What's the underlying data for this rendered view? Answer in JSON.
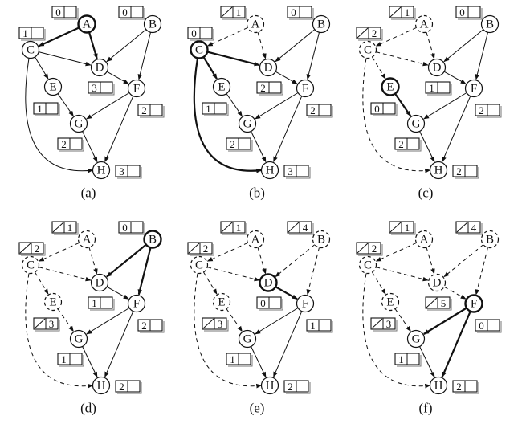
{
  "panels": [
    {
      "caption": "(a)",
      "nodes": {
        "A": {
          "style": "bold",
          "box": "0",
          "slash": false
        },
        "B": {
          "style": "solid",
          "box": "0",
          "slash": false
        },
        "C": {
          "style": "solid",
          "box": "1",
          "slash": false
        },
        "D": {
          "style": "solid",
          "box": "3",
          "slash": false
        },
        "E": {
          "style": "solid",
          "box": "1",
          "slash": false
        },
        "F": {
          "style": "solid",
          "box": "2",
          "slash": false
        },
        "G": {
          "style": "solid",
          "box": "2",
          "slash": false
        },
        "H": {
          "style": "solid",
          "box": "3",
          "slash": false
        }
      },
      "edges": [
        [
          "A",
          "C",
          "bold"
        ],
        [
          "A",
          "D",
          "bold"
        ],
        [
          "B",
          "D",
          "solid"
        ],
        [
          "B",
          "F",
          "solid"
        ],
        [
          "C",
          "D",
          "solid"
        ],
        [
          "C",
          "E",
          "solid"
        ],
        [
          "C",
          "H",
          "solid"
        ],
        [
          "D",
          "F",
          "solid"
        ],
        [
          "E",
          "G",
          "solid"
        ],
        [
          "F",
          "G",
          "solid"
        ],
        [
          "F",
          "H",
          "solid"
        ],
        [
          "G",
          "H",
          "solid"
        ]
      ]
    },
    {
      "caption": "(b)",
      "nodes": {
        "A": {
          "style": "dashed",
          "box": "1",
          "slash": true
        },
        "B": {
          "style": "solid",
          "box": "0",
          "slash": false
        },
        "C": {
          "style": "bold",
          "box": "0",
          "slash": false
        },
        "D": {
          "style": "solid",
          "box": "2",
          "slash": false
        },
        "E": {
          "style": "solid",
          "box": "1",
          "slash": false
        },
        "F": {
          "style": "solid",
          "box": "2",
          "slash": false
        },
        "G": {
          "style": "solid",
          "box": "2",
          "slash": false
        },
        "H": {
          "style": "solid",
          "box": "3",
          "slash": false
        }
      },
      "edges": [
        [
          "A",
          "C",
          "dashed"
        ],
        [
          "A",
          "D",
          "dashed"
        ],
        [
          "B",
          "D",
          "solid"
        ],
        [
          "B",
          "F",
          "solid"
        ],
        [
          "C",
          "D",
          "bold"
        ],
        [
          "C",
          "E",
          "bold"
        ],
        [
          "C",
          "H",
          "bold"
        ],
        [
          "D",
          "F",
          "solid"
        ],
        [
          "E",
          "G",
          "solid"
        ],
        [
          "F",
          "G",
          "solid"
        ],
        [
          "F",
          "H",
          "solid"
        ],
        [
          "G",
          "H",
          "solid"
        ]
      ]
    },
    {
      "caption": "(c)",
      "nodes": {
        "A": {
          "style": "dashed",
          "box": "1",
          "slash": true
        },
        "B": {
          "style": "solid",
          "box": "0",
          "slash": false
        },
        "C": {
          "style": "dashed",
          "box": "2",
          "slash": true
        },
        "D": {
          "style": "solid",
          "box": "1",
          "slash": false
        },
        "E": {
          "style": "bold",
          "box": "0",
          "slash": false
        },
        "F": {
          "style": "solid",
          "box": "2",
          "slash": false
        },
        "G": {
          "style": "solid",
          "box": "2",
          "slash": false
        },
        "H": {
          "style": "solid",
          "box": "2",
          "slash": false
        }
      },
      "edges": [
        [
          "A",
          "C",
          "dashed"
        ],
        [
          "A",
          "D",
          "dashed"
        ],
        [
          "B",
          "D",
          "solid"
        ],
        [
          "B",
          "F",
          "solid"
        ],
        [
          "C",
          "D",
          "dashed"
        ],
        [
          "C",
          "E",
          "dashed"
        ],
        [
          "C",
          "H",
          "dashed"
        ],
        [
          "D",
          "F",
          "solid"
        ],
        [
          "E",
          "G",
          "bold"
        ],
        [
          "F",
          "G",
          "solid"
        ],
        [
          "F",
          "H",
          "solid"
        ],
        [
          "G",
          "H",
          "solid"
        ]
      ]
    },
    {
      "caption": "(d)",
      "nodes": {
        "A": {
          "style": "dashed",
          "box": "1",
          "slash": true
        },
        "B": {
          "style": "bold",
          "box": "0",
          "slash": false
        },
        "C": {
          "style": "dashed",
          "box": "2",
          "slash": true
        },
        "D": {
          "style": "solid",
          "box": "1",
          "slash": false
        },
        "E": {
          "style": "dashed",
          "box": "3",
          "slash": true
        },
        "F": {
          "style": "solid",
          "box": "2",
          "slash": false
        },
        "G": {
          "style": "solid",
          "box": "1",
          "slash": false
        },
        "H": {
          "style": "solid",
          "box": "2",
          "slash": false
        }
      },
      "edges": [
        [
          "A",
          "C",
          "dashed"
        ],
        [
          "A",
          "D",
          "dashed"
        ],
        [
          "B",
          "D",
          "bold"
        ],
        [
          "B",
          "F",
          "bold"
        ],
        [
          "C",
          "D",
          "dashed"
        ],
        [
          "C",
          "E",
          "dashed"
        ],
        [
          "C",
          "H",
          "dashed"
        ],
        [
          "D",
          "F",
          "solid"
        ],
        [
          "E",
          "G",
          "dashed"
        ],
        [
          "F",
          "G",
          "solid"
        ],
        [
          "F",
          "H",
          "solid"
        ],
        [
          "G",
          "H",
          "solid"
        ]
      ]
    },
    {
      "caption": "(e)",
      "nodes": {
        "A": {
          "style": "dashed",
          "box": "1",
          "slash": true
        },
        "B": {
          "style": "dashed",
          "box": "4",
          "slash": true
        },
        "C": {
          "style": "dashed",
          "box": "2",
          "slash": true
        },
        "D": {
          "style": "bold",
          "box": "0",
          "slash": false
        },
        "E": {
          "style": "dashed",
          "box": "3",
          "slash": true
        },
        "F": {
          "style": "solid",
          "box": "1",
          "slash": false
        },
        "G": {
          "style": "solid",
          "box": "1",
          "slash": false
        },
        "H": {
          "style": "solid",
          "box": "2",
          "slash": false
        }
      },
      "edges": [
        [
          "A",
          "C",
          "dashed"
        ],
        [
          "A",
          "D",
          "dashed"
        ],
        [
          "B",
          "D",
          "dashed"
        ],
        [
          "B",
          "F",
          "dashed"
        ],
        [
          "C",
          "D",
          "dashed"
        ],
        [
          "C",
          "E",
          "dashed"
        ],
        [
          "C",
          "H",
          "dashed"
        ],
        [
          "D",
          "F",
          "bold"
        ],
        [
          "E",
          "G",
          "dashed"
        ],
        [
          "F",
          "G",
          "solid"
        ],
        [
          "F",
          "H",
          "solid"
        ],
        [
          "G",
          "H",
          "solid"
        ]
      ]
    },
    {
      "caption": "(f)",
      "nodes": {
        "A": {
          "style": "dashed",
          "box": "1",
          "slash": true
        },
        "B": {
          "style": "dashed",
          "box": "4",
          "slash": true
        },
        "C": {
          "style": "dashed",
          "box": "2",
          "slash": true
        },
        "D": {
          "style": "dashed",
          "box": "5",
          "slash": true
        },
        "E": {
          "style": "dashed",
          "box": "3",
          "slash": true
        },
        "F": {
          "style": "bold",
          "box": "0",
          "slash": false
        },
        "G": {
          "style": "solid",
          "box": "1",
          "slash": false
        },
        "H": {
          "style": "solid",
          "box": "2",
          "slash": false
        }
      },
      "edges": [
        [
          "A",
          "C",
          "dashed"
        ],
        [
          "A",
          "D",
          "dashed"
        ],
        [
          "B",
          "D",
          "dashed"
        ],
        [
          "B",
          "F",
          "dashed"
        ],
        [
          "C",
          "D",
          "dashed"
        ],
        [
          "C",
          "E",
          "dashed"
        ],
        [
          "C",
          "H",
          "dashed"
        ],
        [
          "D",
          "F",
          "dashed"
        ],
        [
          "E",
          "G",
          "dashed"
        ],
        [
          "F",
          "G",
          "bold"
        ],
        [
          "F",
          "H",
          "bold"
        ],
        [
          "G",
          "H",
          "solid"
        ]
      ]
    }
  ]
}
